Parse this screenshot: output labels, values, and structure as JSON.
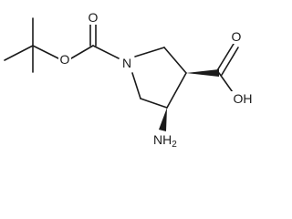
{
  "molecule": {
    "atoms": {
      "carbonyl_o_boc": "O",
      "ester_o": "O",
      "ring_n": "N",
      "acid_o": "O",
      "acid_oh": "OH",
      "amine_n": "NH",
      "amine_h_subscript": "2"
    }
  },
  "colors": {
    "ink": "#1a1a1a",
    "background": "#ffffff"
  }
}
